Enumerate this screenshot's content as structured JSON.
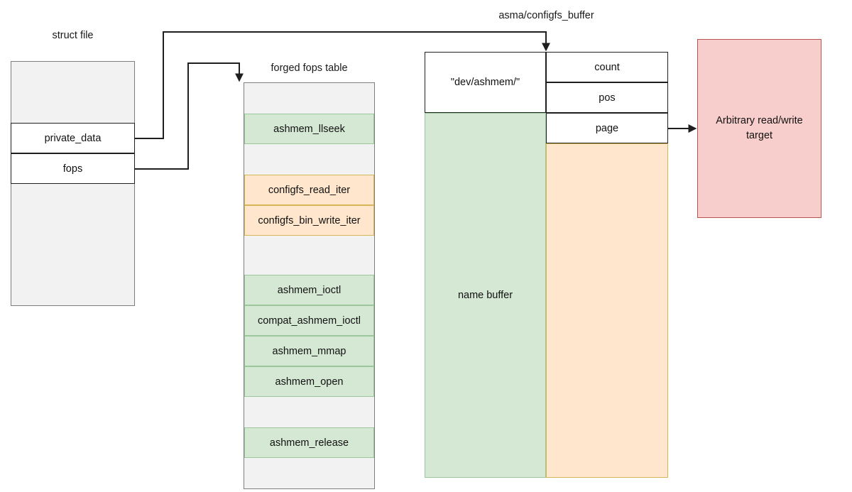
{
  "diagram": {
    "title": "ashmem forged fops / configfs_buffer exploitation layout",
    "colors": {
      "green_fill": "#d5e8d4",
      "green_stroke": "#9cc69b",
      "orange_fill": "#ffe6cc",
      "orange_stroke": "#d6b656",
      "pink_fill": "#f8cecc",
      "pink_stroke": "#b85450",
      "gray_fill": "#f2f2f2",
      "gray_stroke": "#7d7d7d",
      "line": "#1f1f1f"
    }
  },
  "struct_file": {
    "label": "struct file",
    "fields": [
      {
        "label": "private_data"
      },
      {
        "label": "fops"
      }
    ]
  },
  "fops_table": {
    "label": "forged fops table",
    "rows": [
      {
        "label": "",
        "kind": "empty"
      },
      {
        "label": "ashmem_llseek",
        "kind": "green"
      },
      {
        "label": "",
        "kind": "empty"
      },
      {
        "label": "configfs_read_iter",
        "kind": "orange"
      },
      {
        "label": "configfs_bin_write_iter",
        "kind": "orange"
      },
      {
        "label": "",
        "kind": "empty-tall"
      },
      {
        "label": "ashmem_ioctl",
        "kind": "green"
      },
      {
        "label": "compat_ashmem_ioctl",
        "kind": "green"
      },
      {
        "label": "ashmem_mmap",
        "kind": "green"
      },
      {
        "label": "ashmem_open",
        "kind": "green"
      },
      {
        "label": "",
        "kind": "empty"
      },
      {
        "label": "ashmem_release",
        "kind": "green"
      },
      {
        "label": "",
        "kind": "empty"
      }
    ]
  },
  "configfs_buffer": {
    "label": "asma/configfs_buffer",
    "name_cell": "\"dev/ashmem/\"",
    "fields": [
      {
        "label": "count"
      },
      {
        "label": "pos"
      },
      {
        "label": "page"
      }
    ],
    "name_buffer_label": "name buffer",
    "page_buffer_label": ""
  },
  "target": {
    "label": "Arbitrary read/write target"
  }
}
